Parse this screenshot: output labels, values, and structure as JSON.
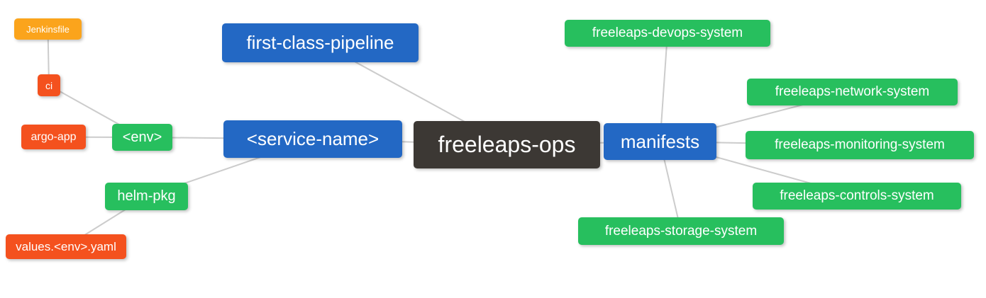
{
  "diagram": {
    "type": "mindmap",
    "root_label": "freeleaps-ops",
    "palette": {
      "blue": "#2368C4",
      "green": "#27BF5E",
      "orange": "#FBA41C",
      "red": "#F4511E",
      "dark": "#3C3834",
      "edge_line": "#CCCCCC",
      "node_text": "#FFFFFF",
      "background": "#FFFFFF"
    },
    "nodes": [
      {
        "id": "jenkinsfile",
        "label": "Jenkinsfile",
        "color": "orange"
      },
      {
        "id": "ci",
        "label": "ci",
        "color": "red"
      },
      {
        "id": "argo-app",
        "label": "argo-app",
        "color": "red"
      },
      {
        "id": "env",
        "label": "<env>",
        "color": "green"
      },
      {
        "id": "helm-pkg",
        "label": "helm-pkg",
        "color": "green"
      },
      {
        "id": "values-env-yaml",
        "label": "values.<env>.yaml",
        "color": "red"
      },
      {
        "id": "first-class-pipeline",
        "label": "first-class-pipeline",
        "color": "blue"
      },
      {
        "id": "service-name",
        "label": "<service-name>",
        "color": "blue"
      },
      {
        "id": "freeleaps-ops",
        "label": "freeleaps-ops",
        "color": "dark"
      },
      {
        "id": "manifests",
        "label": "manifests",
        "color": "blue"
      },
      {
        "id": "freeleaps-devops-system",
        "label": "freeleaps-devops-system",
        "color": "green"
      },
      {
        "id": "freeleaps-network-system",
        "label": "freeleaps-network-system",
        "color": "green"
      },
      {
        "id": "freeleaps-monitoring-system",
        "label": "freeleaps-monitoring-system",
        "color": "green"
      },
      {
        "id": "freeleaps-controls-system",
        "label": "freeleaps-controls-system",
        "color": "green"
      },
      {
        "id": "freeleaps-storage-system",
        "label": "freeleaps-storage-system",
        "color": "green"
      }
    ],
    "edges": [
      [
        "jenkinsfile",
        "ci"
      ],
      [
        "ci",
        "env"
      ],
      [
        "argo-app",
        "env"
      ],
      [
        "env",
        "service-name"
      ],
      [
        "helm-pkg",
        "service-name"
      ],
      [
        "values-env-yaml",
        "helm-pkg"
      ],
      [
        "service-name",
        "freeleaps-ops"
      ],
      [
        "first-class-pipeline",
        "freeleaps-ops"
      ],
      [
        "freeleaps-ops",
        "manifests"
      ],
      [
        "manifests",
        "freeleaps-devops-system"
      ],
      [
        "manifests",
        "freeleaps-network-system"
      ],
      [
        "manifests",
        "freeleaps-monitoring-system"
      ],
      [
        "manifests",
        "freeleaps-controls-system"
      ],
      [
        "manifests",
        "freeleaps-storage-system"
      ]
    ]
  }
}
